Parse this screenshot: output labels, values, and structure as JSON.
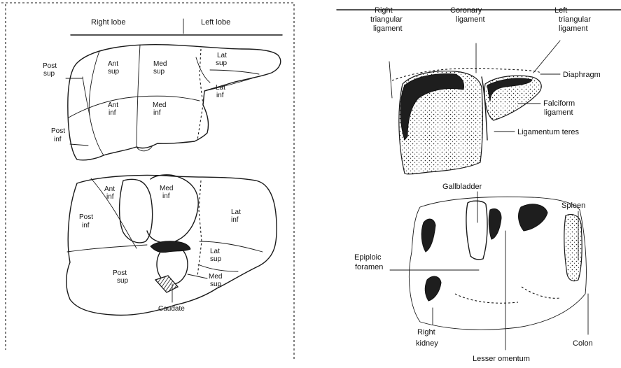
{
  "figure_left": {
    "header": {
      "right_lobe": "Right lobe",
      "left_lobe": "Left lobe"
    },
    "top_view": {
      "post_sup_line1": "Post",
      "post_sup_line2": "sup",
      "ant_sup_line1": "Ant",
      "ant_sup_line2": "sup",
      "med_sup_line1": "Med",
      "med_sup_line2": "sup",
      "lat_sup_line1": "Lat",
      "lat_sup_line2": "sup",
      "ant_inf_line1": "Ant",
      "ant_inf_line2": "inf",
      "med_inf_line1": "Med",
      "med_inf_line2": "inf",
      "lat_inf_line1": "Lat",
      "lat_inf_line2": "inf",
      "post_inf_line1": "Post",
      "post_inf_line2": "inf"
    },
    "bottom_view": {
      "ant_inf_line1": "Ant",
      "ant_inf_line2": "inf",
      "med_inf_line1": "Med",
      "med_inf_line2": "inf",
      "post_inf_line1": "Post",
      "post_inf_line2": "inf",
      "lat_inf_line1": "Lat",
      "lat_inf_line2": "inf",
      "lat_sup_line1": "Lat",
      "lat_sup_line2": "sup",
      "post_sup_line1": "Post",
      "post_sup_line2": "sup",
      "med_sup_line1": "Med",
      "med_sup_line2": "sup",
      "caudate": "Caudate"
    }
  },
  "figure_right": {
    "top_view": {
      "right_triangular_line1": "Right",
      "right_triangular_line2": "triangular",
      "right_triangular_line3": "ligament",
      "coronary_line1": "Coronary",
      "coronary_line2": "ligament",
      "left_triangular_line1": "Left",
      "left_triangular_line2": "triangular",
      "left_triangular_line3": "ligament",
      "diaphragm": "Diaphragm",
      "falciform_line1": "Falciform",
      "falciform_line2": "ligament",
      "ligamentum_teres": "Ligamentum  teres"
    },
    "bottom_view": {
      "gallbladder": "Gallbladder",
      "spleen": "Spleen",
      "epiploic_line1": "Epiploic",
      "epiploic_line2": "foramen",
      "right_kidney_line1": "Right",
      "right_kidney_line2": "kidney",
      "colon": "Colon",
      "lesser_omentum": "Lesser omentum"
    }
  }
}
